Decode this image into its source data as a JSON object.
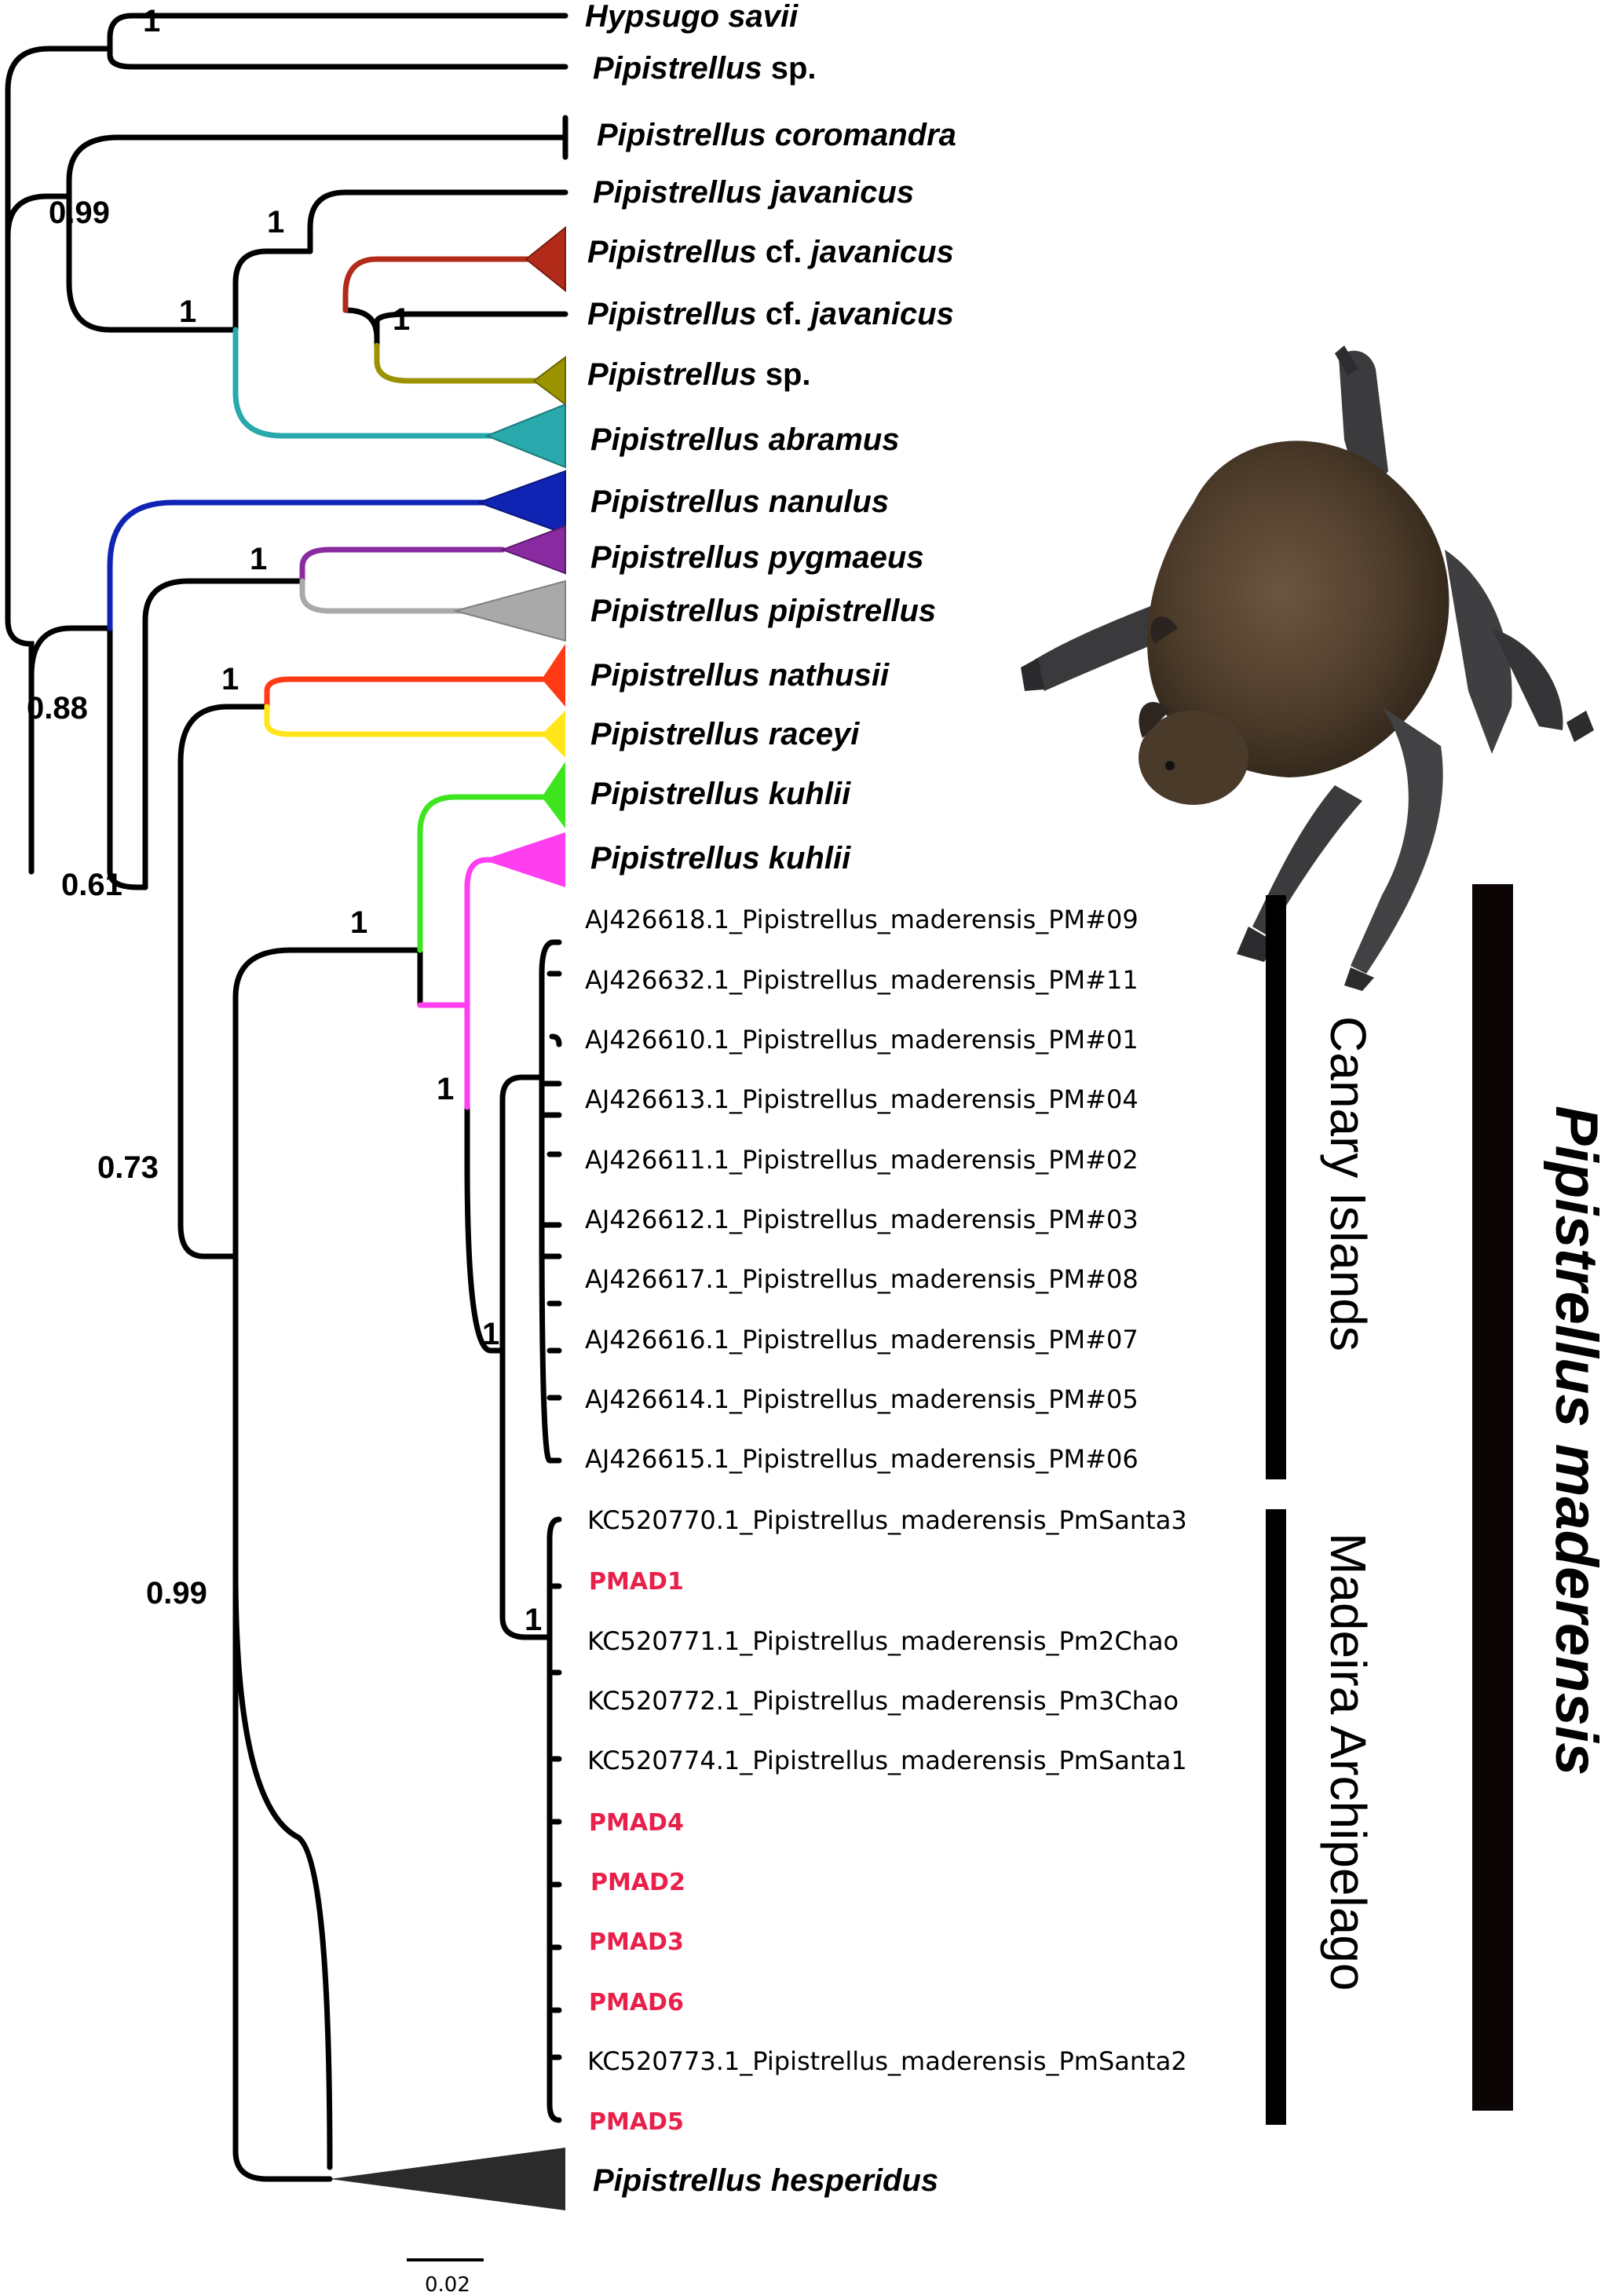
{
  "tips": {
    "t1": {
      "genus": "Hypsugo savii",
      "rest": ""
    },
    "t2": {
      "genus": "Pipistrellus",
      "rest": " sp."
    },
    "t3": {
      "genus": "Pipistrellus coromandra",
      "rest": ""
    },
    "t4": {
      "genus": "Pipistrellus javanicus",
      "rest": ""
    },
    "t5": {
      "genus": "Pipistrellus",
      "rest": " cf. ",
      "sp": "javanicus"
    },
    "t6": {
      "genus": "Pipistrellus",
      "rest": " cf. ",
      "sp": "javanicus"
    },
    "t7": {
      "genus": "Pipistrellus",
      "rest": " sp."
    },
    "t8": {
      "genus": "Pipistrellus abramus",
      "rest": ""
    },
    "t9": {
      "genus": "Pipistrellus nanulus",
      "rest": ""
    },
    "t10": {
      "genus": "Pipistrellus pygmaeus",
      "rest": ""
    },
    "t11": {
      "genus": "Pipistrellus pipistrellus",
      "rest": ""
    },
    "t12": {
      "genus": "Pipistrellus nathusii",
      "rest": ""
    },
    "t13": {
      "genus": "Pipistrellus raceyi",
      "rest": ""
    },
    "t14": {
      "genus": "Pipistrellus kuhlii",
      "rest": ""
    },
    "t15": {
      "genus": "Pipistrellus kuhlii",
      "rest": ""
    },
    "t16": {
      "genus": "Pipistrellus hesperidus",
      "rest": ""
    }
  },
  "canary_accessions": [
    "AJ426618.1_Pipistrellus_maderensis_PM#09",
    "AJ426632.1_Pipistrellus_maderensis_PM#11",
    "AJ426610.1_Pipistrellus_maderensis_PM#01",
    "AJ426613.1_Pipistrellus_maderensis_PM#04",
    "AJ426611.1_Pipistrellus_maderensis_PM#02",
    "AJ426612.1_Pipistrellus_maderensis_PM#03",
    "AJ426617.1_Pipistrellus_maderensis_PM#08",
    "AJ426616.1_Pipistrellus_maderensis_PM#07",
    "AJ426614.1_Pipistrellus_maderensis_PM#05",
    "AJ426615.1_Pipistrellus_maderensis_PM#06"
  ],
  "madeira_accessions": [
    {
      "label": "KC520770.1_Pipistrellus_maderensis_PmSanta3",
      "highlight": false
    },
    {
      "label": "PMAD1",
      "highlight": true
    },
    {
      "label": "KC520771.1_Pipistrellus_maderensis_Pm2Chao",
      "highlight": false
    },
    {
      "label": "KC520772.1_Pipistrellus_maderensis_Pm3Chao",
      "highlight": false
    },
    {
      "label": "KC520774.1_Pipistrellus_maderensis_PmSanta1",
      "highlight": false
    },
    {
      "label": "PMAD4",
      "highlight": true
    },
    {
      "label": "PMAD2",
      "highlight": true
    },
    {
      "label": "PMAD3",
      "highlight": true
    },
    {
      "label": "PMAD6",
      "highlight": true
    },
    {
      "label": "KC520773.1_Pipistrellus_maderensis_PmSanta2",
      "highlight": false
    },
    {
      "label": "PMAD5",
      "highlight": true
    }
  ],
  "support": {
    "s_hyp": "1",
    "s_root_jav": "0.99",
    "s_jav": "1",
    "s_jav_inner": "1",
    "s_jav_cf": "1",
    "s_pyg": "1",
    "s_nat": "1",
    "s_088": "0.88",
    "s_061": "0.61",
    "s_kuh": "1",
    "s_kuh2": "1",
    "s_073": "0.73",
    "s_can": "1",
    "s_099b": "0.99",
    "s_mad": "1"
  },
  "groups": {
    "canary": "Canary Islands",
    "madeira": "Madeira Archipelago",
    "species": "Pipistrellus maderensis"
  },
  "scale_bar": {
    "label": "0.02"
  },
  "colors": {
    "branch": "#000000",
    "cf_javanicus": "#b22b1a",
    "sp_olive": "#9b9200",
    "abramus": "#2aa9ad",
    "nanulus": "#1024b4",
    "pygmaeus": "#8a2aa0",
    "pipistrellus": "#a9a9a9",
    "nathusii": "#ff3a14",
    "raceyi": "#ffe51a",
    "kuhlii_green": "#3ee51e",
    "kuhlii_pink": "#ff3ef0",
    "hesperidus": "#2b2b2b",
    "highlight_red": "#e8204a",
    "bat_fur": "#5a4632"
  }
}
